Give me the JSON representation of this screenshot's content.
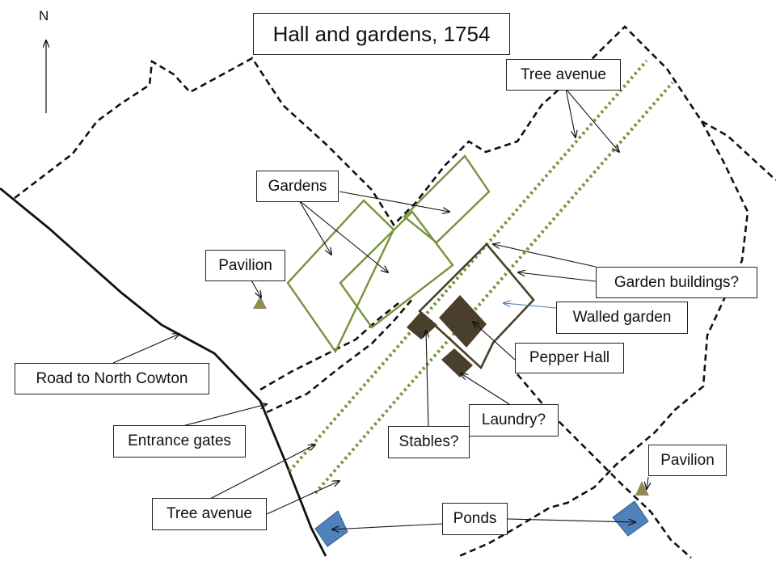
{
  "title": "Hall and gardens, 1754",
  "north_label": "N",
  "labels": {
    "tree_avenue_top": "Tree avenue",
    "gardens": "Gardens",
    "pavilion_left": "Pavilion",
    "garden_buildings": "Garden buildings?",
    "walled_garden": "Walled garden",
    "pepper_hall": "Pepper Hall",
    "road": "Road to North Cowton",
    "laundry": "Laundry?",
    "entrance_gates": "Entrance gates",
    "stables": "Stables?",
    "pavilion_right": "Pavilion",
    "tree_avenue_bottom": "Tree avenue",
    "ponds": "Ponds"
  },
  "colors": {
    "garden_outline": "#77933c",
    "avenue_dots": "#77933c",
    "building_fill": "#4a3f2a",
    "walled_garden_outline": "#4a3f2a",
    "pavilion_fill": "#938953",
    "pond_fill": "#4f81bd",
    "walled_garden_arrow": "#4f81bd"
  }
}
